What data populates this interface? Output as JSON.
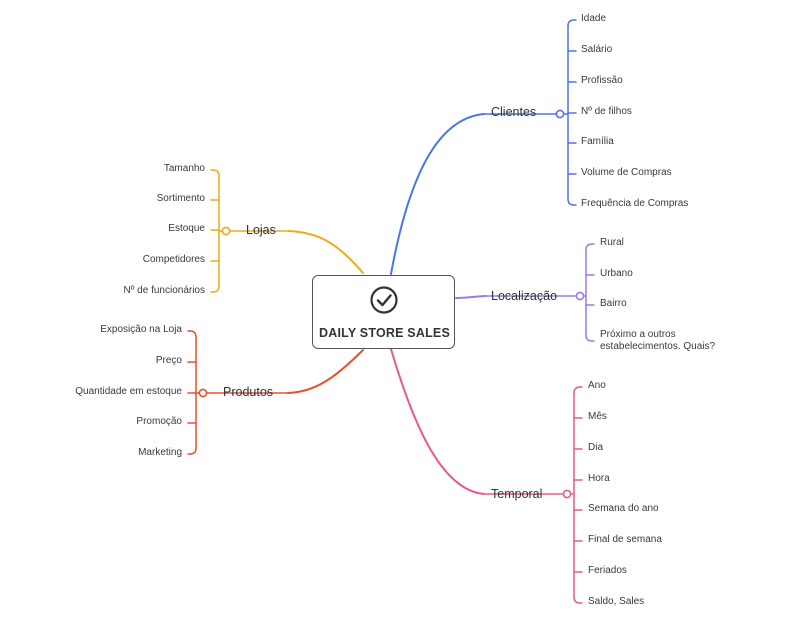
{
  "central": {
    "title": "DAILY STORE SALES",
    "icon": "check-circle-icon"
  },
  "colors": {
    "clientes": "#4a74e8",
    "localizacao": "#9b7ae6",
    "temporal": "#e8588c",
    "lojas": "#f2a81d",
    "produtos": "#e8502a"
  },
  "branches": {
    "clientes": {
      "label": "Clientes",
      "items": [
        "Idade",
        "Salário",
        "Profissão",
        "Nº de filhos",
        "Família",
        "Volume de Compras",
        "Frequência de Compras"
      ]
    },
    "localizacao": {
      "label": "Localização",
      "items": [
        "Rural",
        "Urbano",
        "Bairro",
        "Próximo a outros estabelecimentos. Quais?"
      ]
    },
    "temporal": {
      "label": "Temporal",
      "items": [
        "Ano",
        "Mês",
        "Dia",
        "Hora",
        "Semana do ano",
        "Final de semana",
        "Feriados",
        "Saldo, Sales"
      ]
    },
    "lojas": {
      "label": "Lojas",
      "items": [
        "Tamanho",
        "Sortimento",
        "Estoque",
        "Competidores",
        "Nº de funcionários"
      ]
    },
    "produtos": {
      "label": "Produtos",
      "items": [
        "Exposição na Loja",
        "Preço",
        "Quantidade em estoque",
        "Promoção",
        "Marketing"
      ]
    }
  }
}
